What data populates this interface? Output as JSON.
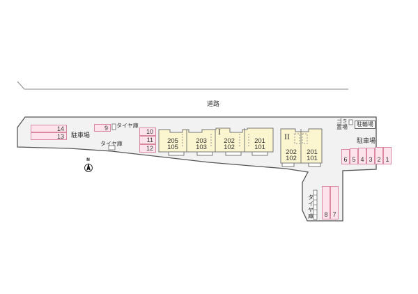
{
  "map": {
    "road_label": "道路",
    "north_label": "N",
    "colors": {
      "site_fill": "#f2f2f2",
      "site_stroke": "#555555",
      "parking_fill": "#fde4ec",
      "parking_stroke": "#d98aa0",
      "building_fill": "#fbf6cf",
      "building_stroke": "#777777"
    }
  },
  "parking_areas": {
    "west_label": "駐車場",
    "east_label": "駐車場",
    "west_slots": [
      "14",
      "13"
    ],
    "slot_9": "9",
    "middle_slots": [
      "10",
      "11",
      "12"
    ],
    "east_slots": [
      "6",
      "5",
      "4",
      "3",
      "2",
      "1"
    ],
    "south_slots": [
      "8",
      "7"
    ]
  },
  "facilities": {
    "tire_storage_top": "タイヤ庫",
    "tire_storage_mid": "タイヤ庫",
    "tire_storage_south": [
      "タ",
      "イ",
      "ヤ",
      "庫"
    ],
    "garbage_line1": "ゴミ",
    "garbage_line2": "置場",
    "bicycle_parking": "駐輪場"
  },
  "buildings": [
    {
      "name": "I",
      "units": [
        {
          "upper": "205",
          "lower": "105"
        },
        {
          "upper": "203",
          "lower": "103"
        },
        {
          "upper": "202",
          "lower": "102"
        },
        {
          "upper": "201",
          "lower": "101"
        }
      ]
    },
    {
      "name": "II",
      "units": [
        {
          "upper": "202",
          "lower": "102"
        },
        {
          "upper": "201",
          "lower": "101"
        }
      ]
    }
  ]
}
